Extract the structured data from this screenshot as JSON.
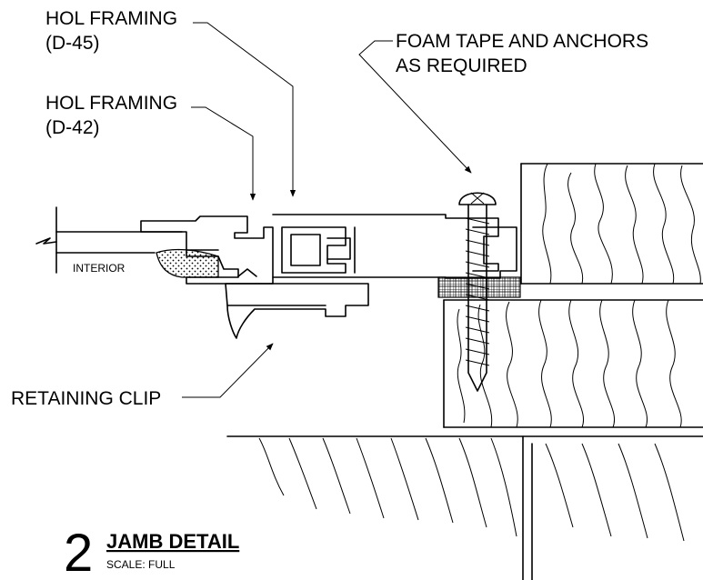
{
  "callouts": {
    "framing_d45": [
      "HOL FRAMING",
      "(D-45)"
    ],
    "framing_d42": [
      "HOL FRAMING",
      "(D-42)"
    ],
    "foam_tape": [
      "FOAM TAPE AND ANCHORS",
      "AS REQUIRED"
    ],
    "retaining_clip": "RETAINING CLIP",
    "interior": "INTERIOR"
  },
  "title_block": {
    "detail_number": "2",
    "title": "JAMB DETAIL",
    "scale": "SCALE:  FULL"
  }
}
